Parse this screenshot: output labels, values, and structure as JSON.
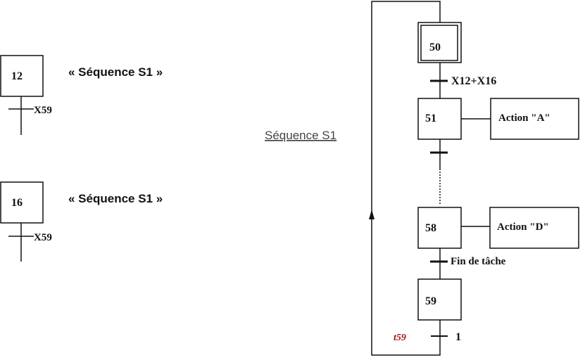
{
  "left_steps": [
    {
      "step": "12",
      "label": "« Séquence S1 »",
      "transition": "X59"
    },
    {
      "step": "16",
      "label": "« Séquence S1 »",
      "transition": "X59"
    }
  ],
  "sequence_link": "Séquence S1",
  "sequence": {
    "initial_step": "50",
    "t1": "X12+X16",
    "step51": "51",
    "action_a": "Action \"A\"",
    "step58": "58",
    "action_d": "Action \"D\"",
    "t_end": "Fin de tâche",
    "step59": "59",
    "t59_label": "t59",
    "t_last": "1"
  },
  "colors": {
    "line": "#111111",
    "t59": "#aa1111",
    "link": "#444444"
  }
}
